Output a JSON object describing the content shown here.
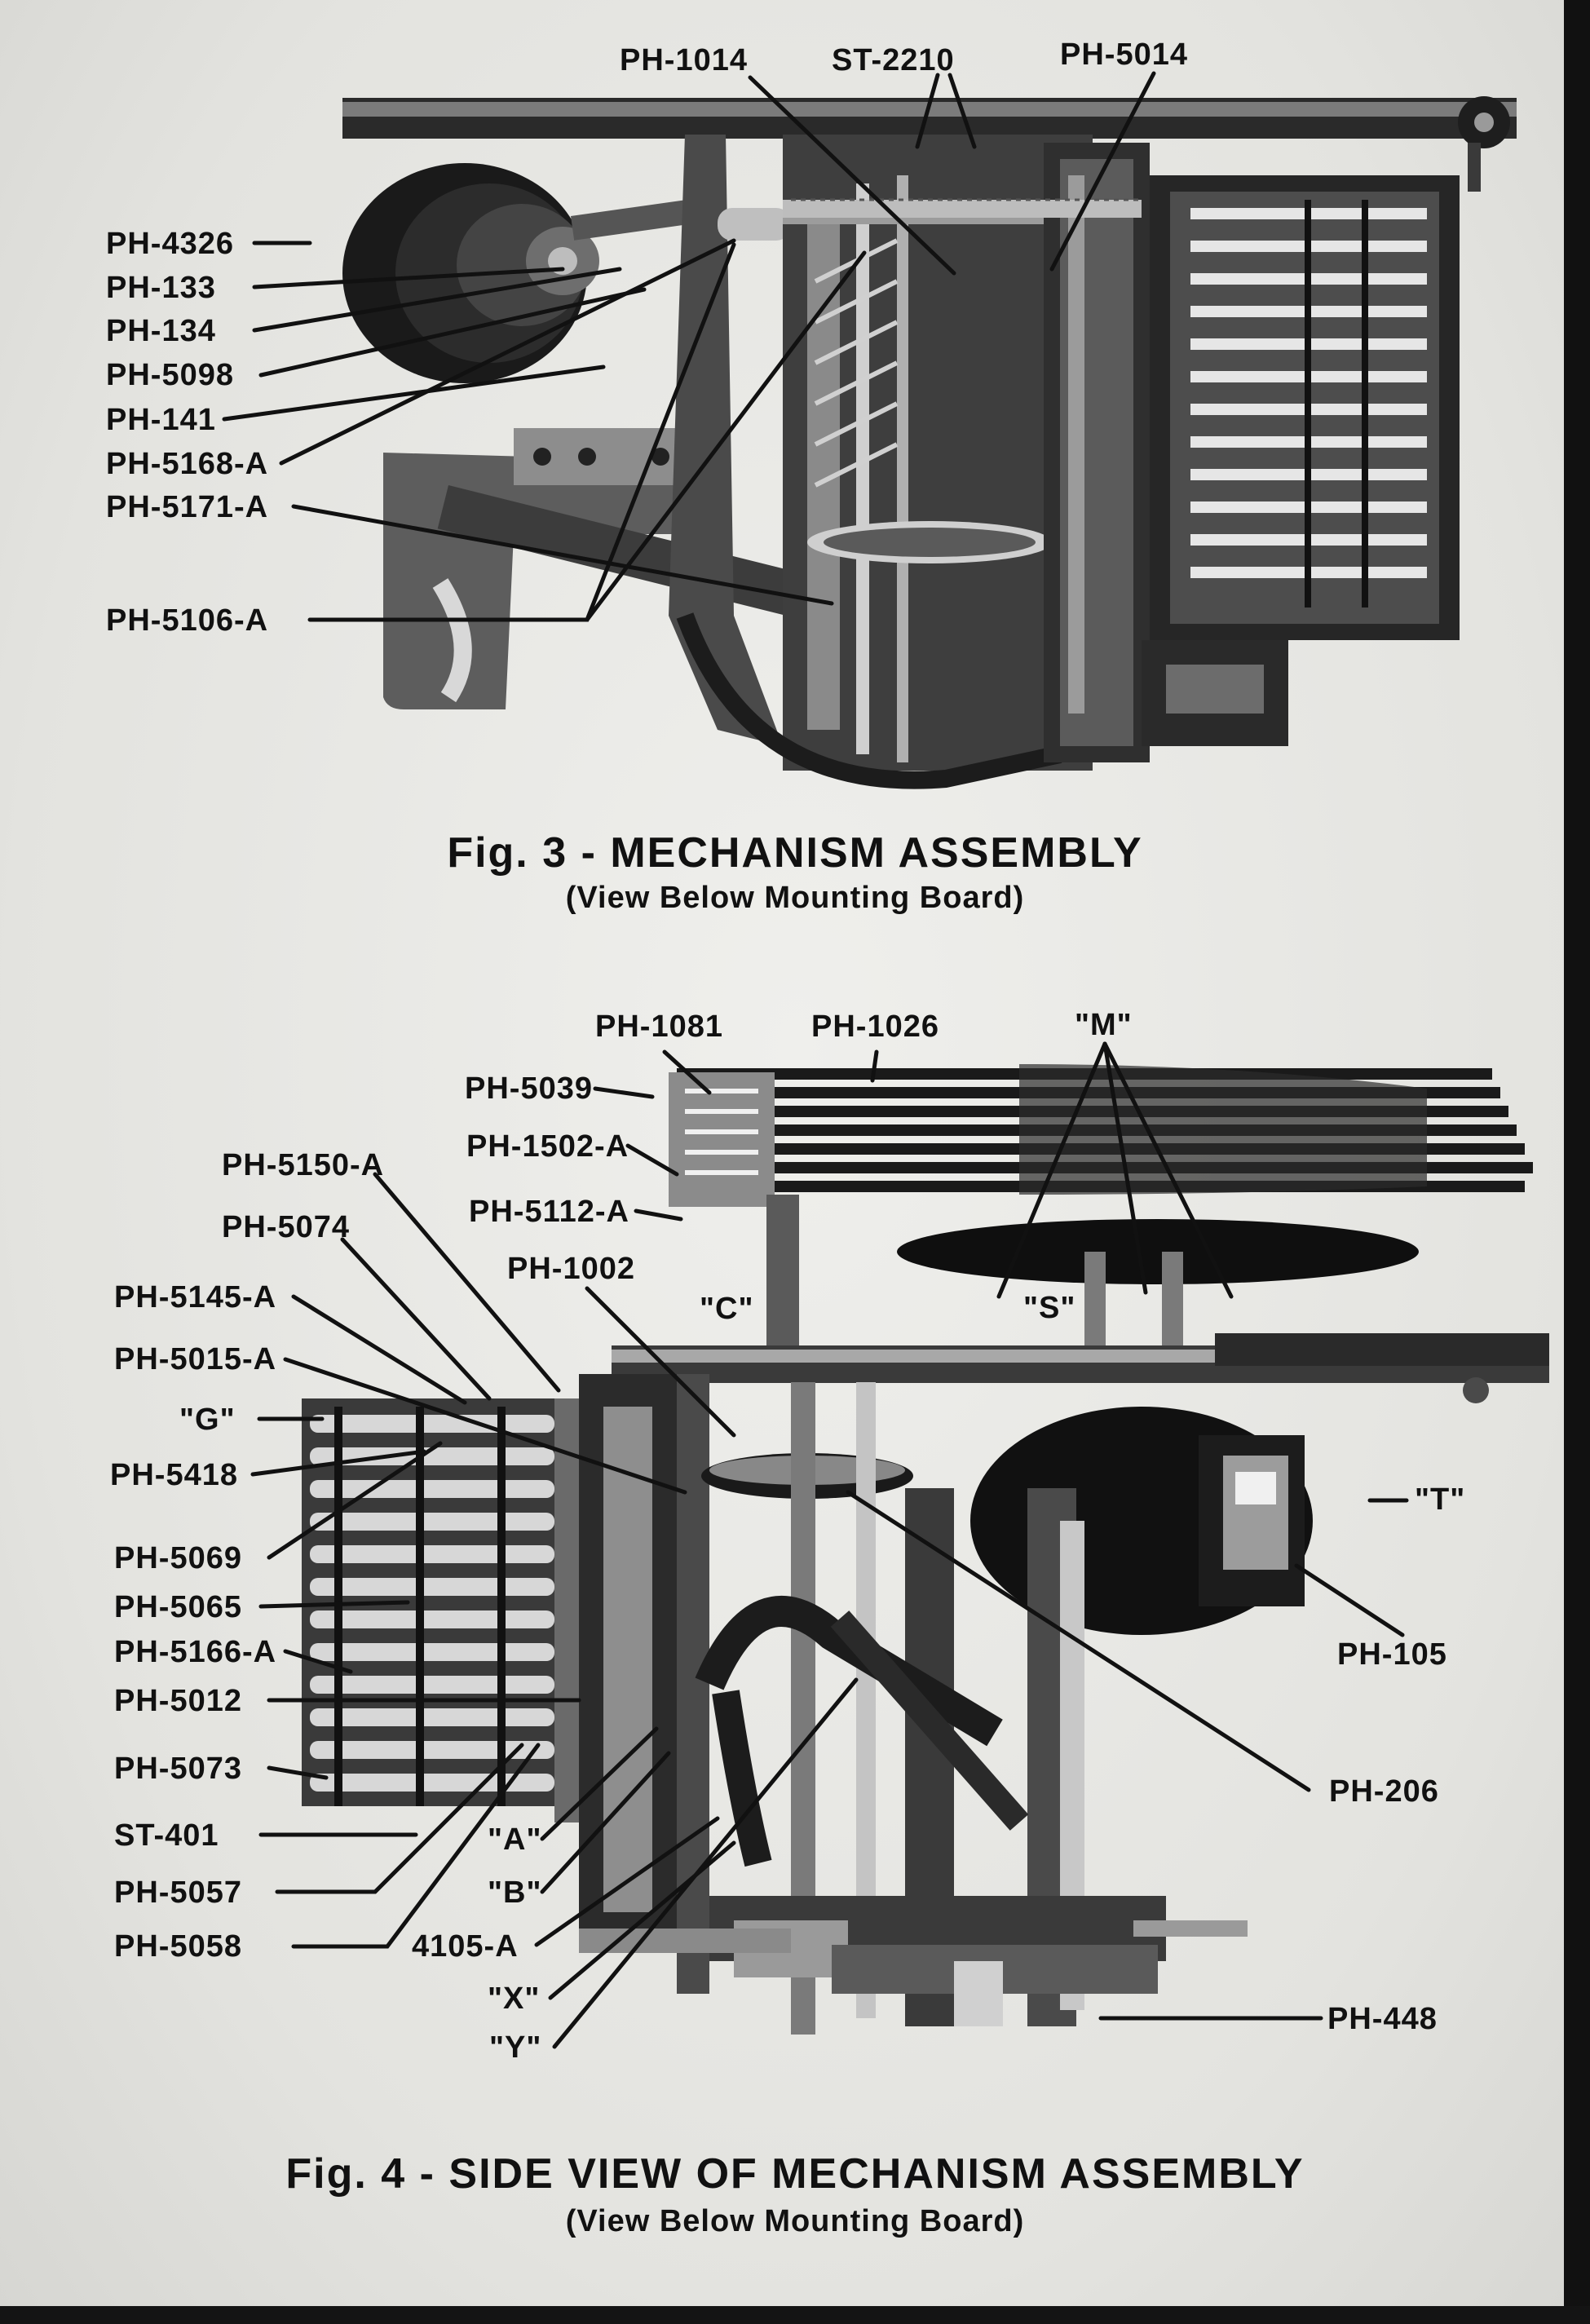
{
  "figures": [
    {
      "caption": "Fig. 3 - MECHANISM ASSEMBLY",
      "subcaption": "(View Below Mounting Board)",
      "labels": [
        "PH-1014",
        "ST-2210",
        "PH-5014",
        "PH-4326",
        "PH-133",
        "PH-134",
        "PH-5098",
        "PH-141",
        "PH-5168-A",
        "PH-5171-A",
        "PH-5106-A"
      ]
    },
    {
      "caption": "Fig. 4 - SIDE VIEW OF MECHANISM ASSEMBLY",
      "subcaption": "(View Below Mounting Board)",
      "labels": [
        "PH-1081",
        "PH-1026",
        "\"M\"",
        "PH-5039",
        "PH-1502-A",
        "PH-5150-A",
        "PH-5112-A",
        "PH-5074",
        "PH-1002",
        "PH-5145-A",
        "\"C\"",
        "\"S\"",
        "PH-5015-A",
        "\"G\"",
        "PH-5418",
        "\"T\"",
        "PH-5069",
        "PH-5065",
        "PH-105",
        "PH-5166-A",
        "PH-5012",
        "PH-206",
        "PH-5073",
        "ST-401",
        "\"A\"",
        "PH-5057",
        "\"B\"",
        "PH-5058",
        "4105-A",
        "\"X\"",
        "\"Y\"",
        "PH-448"
      ]
    }
  ]
}
